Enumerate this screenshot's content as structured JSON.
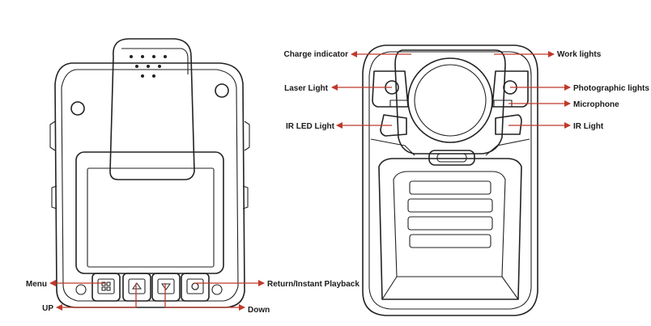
{
  "labels": {
    "charge_indicator": "Charge indicator",
    "work_lights": "Work lights",
    "laser_light": "Laser Light",
    "photographic_lights": "Photographic lights",
    "microphone": "Microphone",
    "ir_led_light": "IR LED Light",
    "ir_light": "IR Light",
    "menu": "Menu",
    "return_playback": "Return/Instant Playback",
    "up": "UP",
    "down": "Down"
  },
  "colors": {
    "arrow": "#c0392b",
    "outline": "#222222"
  }
}
